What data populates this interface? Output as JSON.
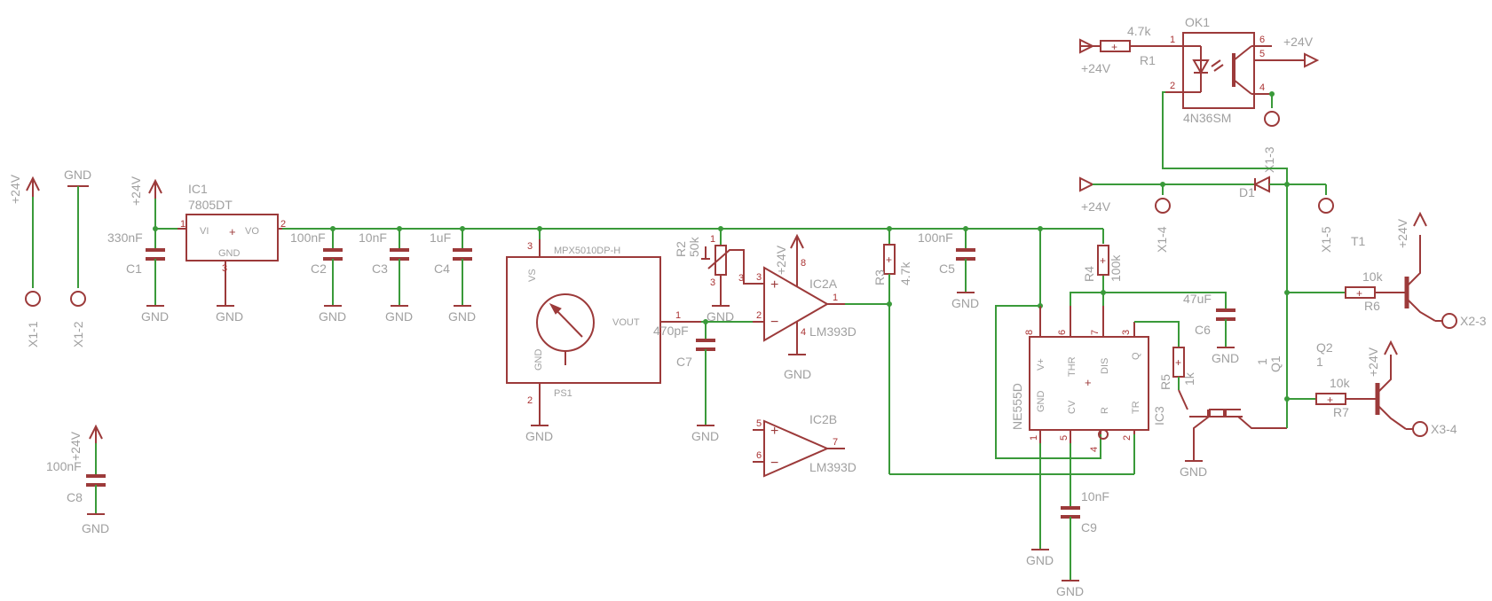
{
  "colors": {
    "wire": "#3a9a3a",
    "component": "#9c3a3a",
    "text": "#a0a0a0"
  },
  "supply": {
    "p24": "+24V",
    "gnd": "GND"
  },
  "connectors": {
    "x1_1": "X1-1",
    "x1_2": "X1-2",
    "x1_3": "X1-3",
    "x1_4": "X1-4",
    "x1_5": "X1-5",
    "x2_3": "X2-3",
    "x3_4": "X3-4"
  },
  "ic1": {
    "name": "IC1",
    "part": "7805DT",
    "vi": "VI",
    "vo": "VO",
    "gnd": "GND",
    "pin1": "1",
    "pin2": "2",
    "pin3": "3"
  },
  "caps": {
    "c1": {
      "name": "C1",
      "value": "330nF"
    },
    "c2": {
      "name": "C2",
      "value": "100nF"
    },
    "c3": {
      "name": "C3",
      "value": "10nF"
    },
    "c4": {
      "name": "C4",
      "value": "1uF"
    },
    "c5": {
      "name": "C5",
      "value": "100nF"
    },
    "c6": {
      "name": "C6",
      "value": "47uF"
    },
    "c7": {
      "name": "C7",
      "value": "470pF"
    },
    "c8": {
      "name": "C8",
      "value": "100nF"
    },
    "c9": {
      "name": "C9",
      "value": "10nF"
    }
  },
  "ps1": {
    "name": "PS1",
    "part": "MPX5010DP-H",
    "vs": "VS",
    "vout": "VOUT",
    "gnd": "GND",
    "pin3": "3",
    "pin2": "2",
    "pin1": "1"
  },
  "resistors": {
    "r1": {
      "name": "R1",
      "value": "4.7k"
    },
    "r2": {
      "name": "R2",
      "value": "50k"
    },
    "r3": {
      "name": "R3",
      "value": "4.7k"
    },
    "r4": {
      "name": "R4",
      "value": "100k"
    },
    "r5": {
      "name": "R5",
      "value": "1k"
    },
    "r6": {
      "name": "R6",
      "value": "10k"
    },
    "r7": {
      "name": "R7",
      "value": "10k"
    }
  },
  "ic2a": {
    "name": "IC2A",
    "part": "LM393D",
    "p3": "3",
    "p2": "2",
    "p1": "1",
    "p8": "8",
    "p4": "4"
  },
  "ic2b": {
    "name": "IC2B",
    "part": "LM393D",
    "p5": "5",
    "p6": "6",
    "p7": "7"
  },
  "ic3": {
    "name": "IC3",
    "part": "NE555D",
    "vplus": "V+",
    "thr": "THR",
    "dis": "DIS",
    "q": "Q",
    "gnd": "GND",
    "cv": "CV",
    "r": "R",
    "tr": "TR",
    "p8": "8",
    "p6": "6",
    "p7": "7",
    "p3": "3",
    "p1": "1",
    "p5": "5",
    "p4": "4",
    "p2": "2"
  },
  "ok1": {
    "name": "OK1",
    "part": "4N36SM",
    "p1": "1",
    "p2": "2",
    "p4": "4",
    "p5": "5",
    "p6": "6"
  },
  "d1": {
    "name": "D1"
  },
  "t1": {
    "name": "T1"
  },
  "q1": {
    "name": "Q1",
    "num": "1"
  },
  "q2": {
    "name": "Q2",
    "num": "1"
  }
}
